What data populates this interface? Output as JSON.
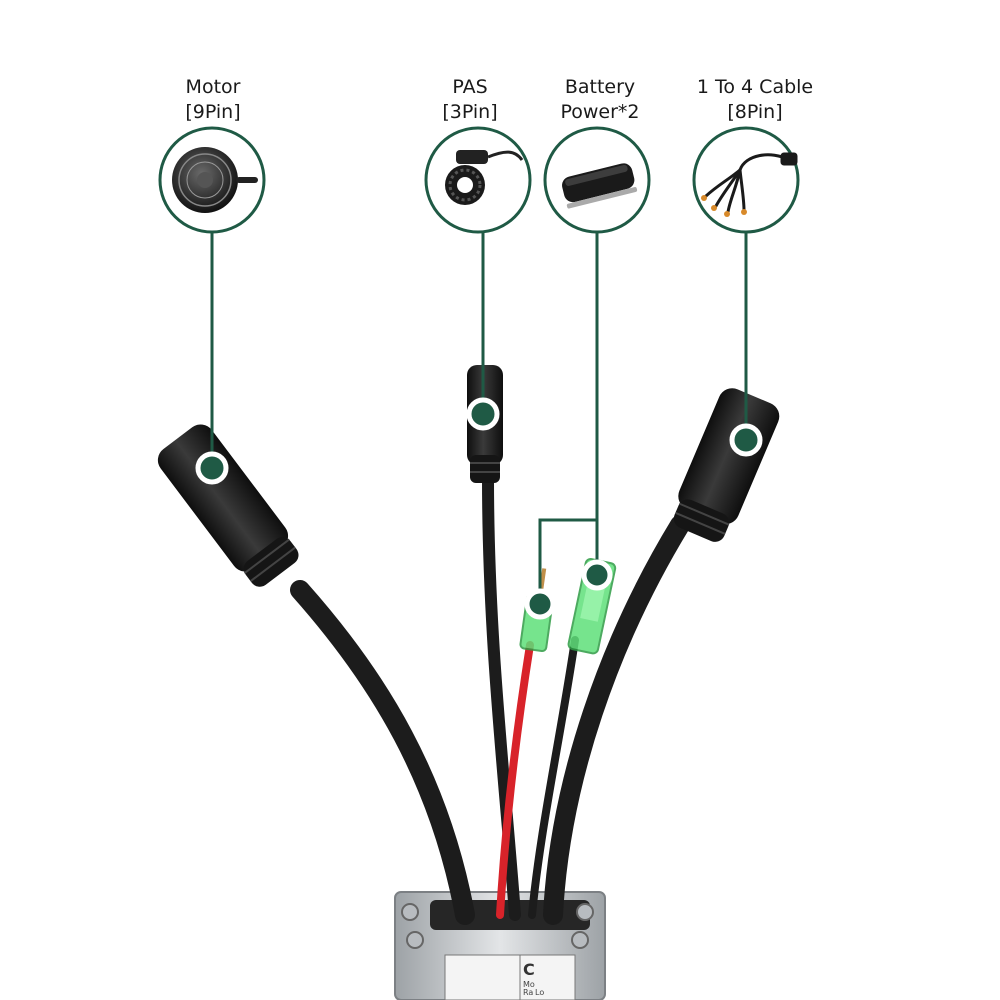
{
  "diagram": {
    "callouts": [
      {
        "id": "motor",
        "line1": "Motor",
        "line2": "[9Pin]",
        "icon": "hub-motor-icon"
      },
      {
        "id": "pas",
        "line1": "PAS",
        "line2": "[3Pin]",
        "icon": "pas-sensor-icon"
      },
      {
        "id": "battery",
        "line1": "Battery",
        "line2": "Power*2",
        "icon": "battery-icon"
      },
      {
        "id": "cable",
        "line1": "1 To 4 Cable",
        "line2": "[8Pin]",
        "icon": "splitter-cable-icon"
      }
    ],
    "controller_label_fragments": [
      "C",
      "Mo",
      "Ra",
      "Lo"
    ],
    "colors": {
      "accent": "#1f5a45",
      "cable": "#1c1c1c",
      "red_wire": "#d8232a",
      "green_terminal": "#5fe07a",
      "controller": "#c9cccf"
    }
  }
}
